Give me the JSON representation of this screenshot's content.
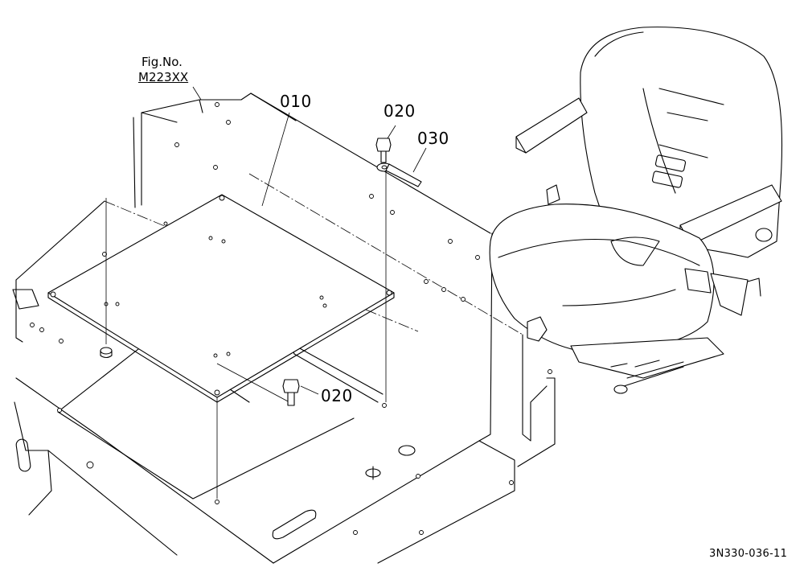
{
  "figure": {
    "caption": "Fig.No.",
    "number": "M223XX"
  },
  "parts": [
    {
      "id": "p010",
      "label": "010",
      "name": "floor-mat-plate"
    },
    {
      "id": "p020a",
      "label": "020",
      "name": "bolt-upper"
    },
    {
      "id": "p030",
      "label": "030",
      "name": "seat-stopper-bar"
    },
    {
      "id": "p020b",
      "label": "020",
      "name": "bolt-lower"
    }
  ],
  "drawing_code": "3N330-036-11"
}
